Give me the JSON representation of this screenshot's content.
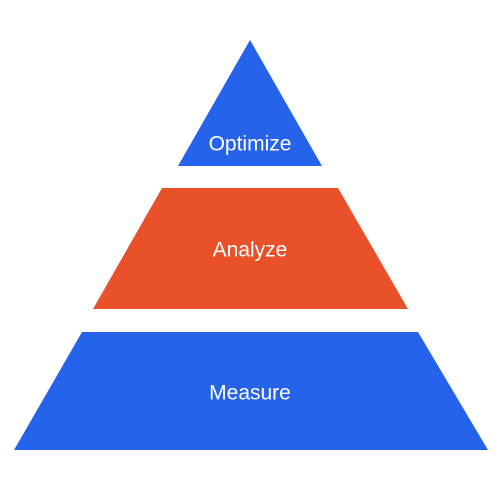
{
  "colors": {
    "blue": "#2563EB",
    "orange": "#E8512A",
    "text": "#FFFFFF",
    "background": "#FFFFFF"
  },
  "tiers": [
    {
      "label": "Optimize",
      "color": "#2563EB"
    },
    {
      "label": "Analyze",
      "color": "#E8512A"
    },
    {
      "label": "Measure",
      "color": "#2563EB"
    }
  ]
}
